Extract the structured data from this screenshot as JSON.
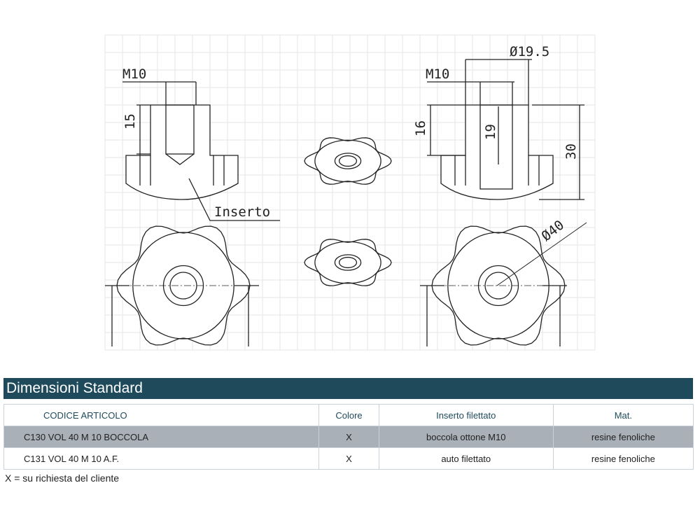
{
  "drawing": {
    "left_thread": "M10",
    "left_depth": "15",
    "insert_label": "Inserto",
    "right_thread": "M10",
    "right_bore": "Ø19.5",
    "right_depth": "16",
    "right_hole": "19",
    "height": "30",
    "diameter": "Ø40"
  },
  "section": {
    "title": "Dimensioni Standard"
  },
  "table": {
    "headers": [
      "CODICE ARTICOLO",
      "Colore",
      "Inserto filettato",
      "Mat."
    ],
    "rows": [
      [
        "C130 VOL 40 M 10 BOCCOLA",
        "X",
        "boccola ottone M10",
        "resine fenoliche"
      ],
      [
        "C131 VOL 40 M 10 A.F.",
        "X",
        "auto filettato",
        "resine fenoliche"
      ]
    ]
  },
  "footnote": "X = su richiesta del cliente"
}
